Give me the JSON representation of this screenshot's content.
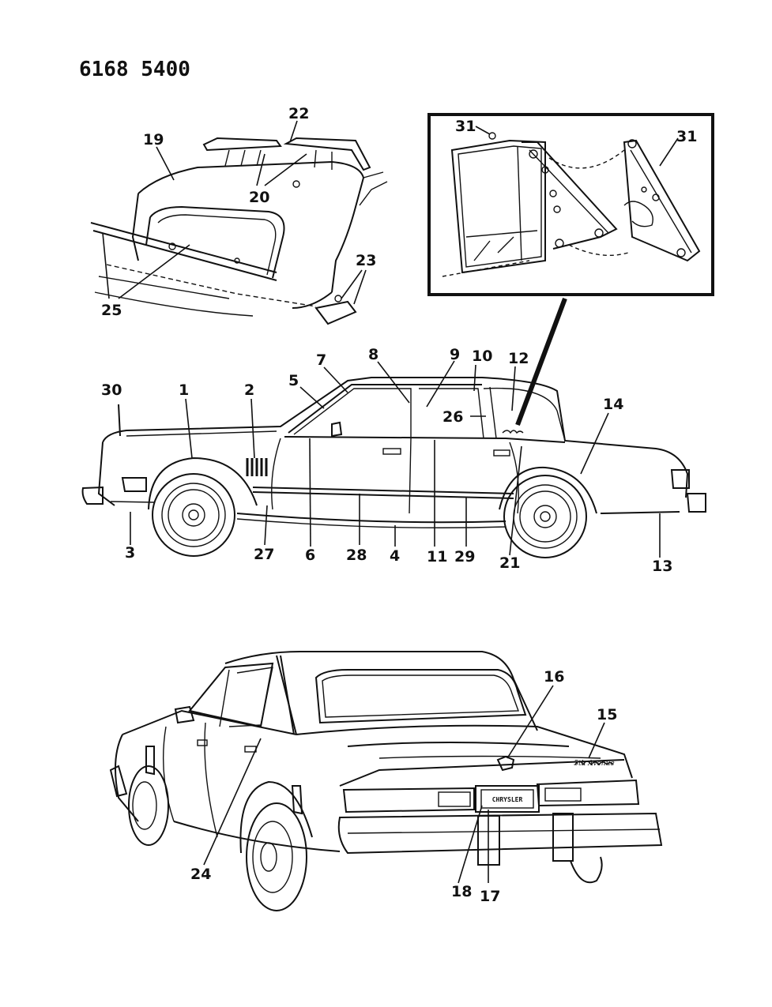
{
  "header": {
    "part_number": "6168 5400"
  },
  "callouts": {
    "c1": "1",
    "c2": "2",
    "c3": "3",
    "c4": "4",
    "c5": "5",
    "c6": "6",
    "c7": "7",
    "c8": "8",
    "c9": "9",
    "c10": "10",
    "c11": "11",
    "c12": "12",
    "c13": "13",
    "c14": "14",
    "c15": "15",
    "c16": "16",
    "c17": "17",
    "c18": "18",
    "c19": "19",
    "c20": "20",
    "c21": "21",
    "c22": "22",
    "c23": "23",
    "c24": "24",
    "c25": "25",
    "c26": "26",
    "c27": "27",
    "c28": "28",
    "c29": "29",
    "c30": "30",
    "c31a": "31",
    "c31b": "31"
  },
  "badges": {
    "license_plate": "CHRYSLER",
    "rear_script": "5th Avenue"
  }
}
